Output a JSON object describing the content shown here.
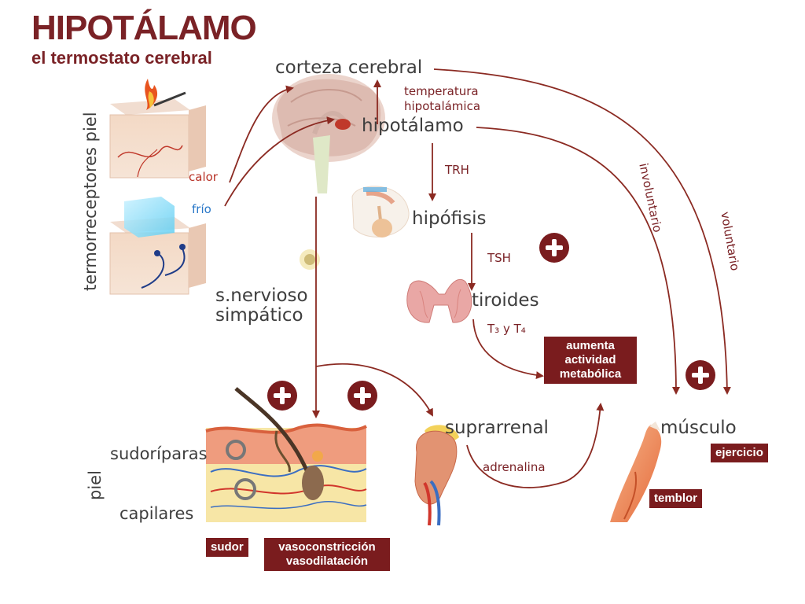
{
  "header": {
    "title": "HIPOTÁLAMO",
    "subtitle": "el termostato cerebral"
  },
  "labels": {
    "corteza": "corteza cerebral",
    "temp_line1": "temperatura",
    "temp_line2": "hipotalámica",
    "hipotalamo": "hipotálamo",
    "trh": "TRH",
    "hipofisis": "hipófisis",
    "tsh": "TSH",
    "tiroides": "tiroides",
    "t3t4": "T₃ y T₄",
    "involuntario": "involuntario",
    "voluntario": "voluntario",
    "termorreceptores": "termorreceptores piel",
    "calor": "calor",
    "frio": "frío",
    "snervioso_1": "s.nervioso",
    "snervioso_2": "simpático",
    "suprarrenal": "suprarrenal",
    "adrenalina": "adrenalina",
    "musculo": "músculo",
    "sudoriparas": "sudoríparas",
    "capilares": "capilares",
    "piel": "piel"
  },
  "boxes": {
    "metabolica": [
      "aumenta",
      "actividad",
      "metabólica"
    ],
    "ejercicio": "ejercicio",
    "temblor": "temblor",
    "sudor": "sudor",
    "vaso": [
      "vasoconstricción",
      "vasodilatación"
    ]
  },
  "colors": {
    "brand": "#7a2226",
    "arrow": "#8b2a22",
    "box": "#7a1c1e",
    "hot": "#b83227",
    "cold": "#2a78c8"
  }
}
